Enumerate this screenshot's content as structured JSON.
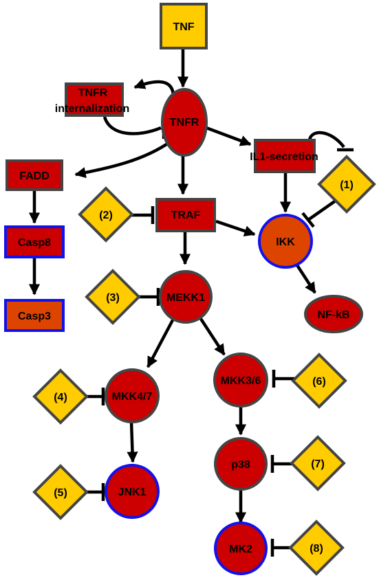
{
  "nodes": {
    "tnf": "TNF",
    "tnfr_internalization_1": "TNFR",
    "tnfr_internalization_2": "internalization",
    "tnfr": "TNFR",
    "il1_secretion": "IL1-secretion",
    "fadd": "FADD",
    "casp8": "Casp8",
    "casp3": "Casp3",
    "traf": "TRAF",
    "ikk": "IKK",
    "nfkb": "NF-kB",
    "mekk1": "MEKK1",
    "mkk47": "MKK4/7",
    "mkk36": "MKK3/6",
    "jnk1": "JNK1",
    "p38": "p38",
    "mk2": "MK2"
  },
  "inhibitors": {
    "i1": "(1)",
    "i2": "(2)",
    "i3": "(3)",
    "i4": "(4)",
    "i5": "(5)",
    "i6": "(6)",
    "i7": "(7)",
    "i8": "(8)"
  },
  "colors": {
    "node_red": "#cc0000",
    "node_orange": "#dd4400",
    "inhibitor_yellow": "#ffcc00",
    "border_gray": "#444444",
    "border_blue": "#1111ee",
    "edge_black": "#000000"
  }
}
